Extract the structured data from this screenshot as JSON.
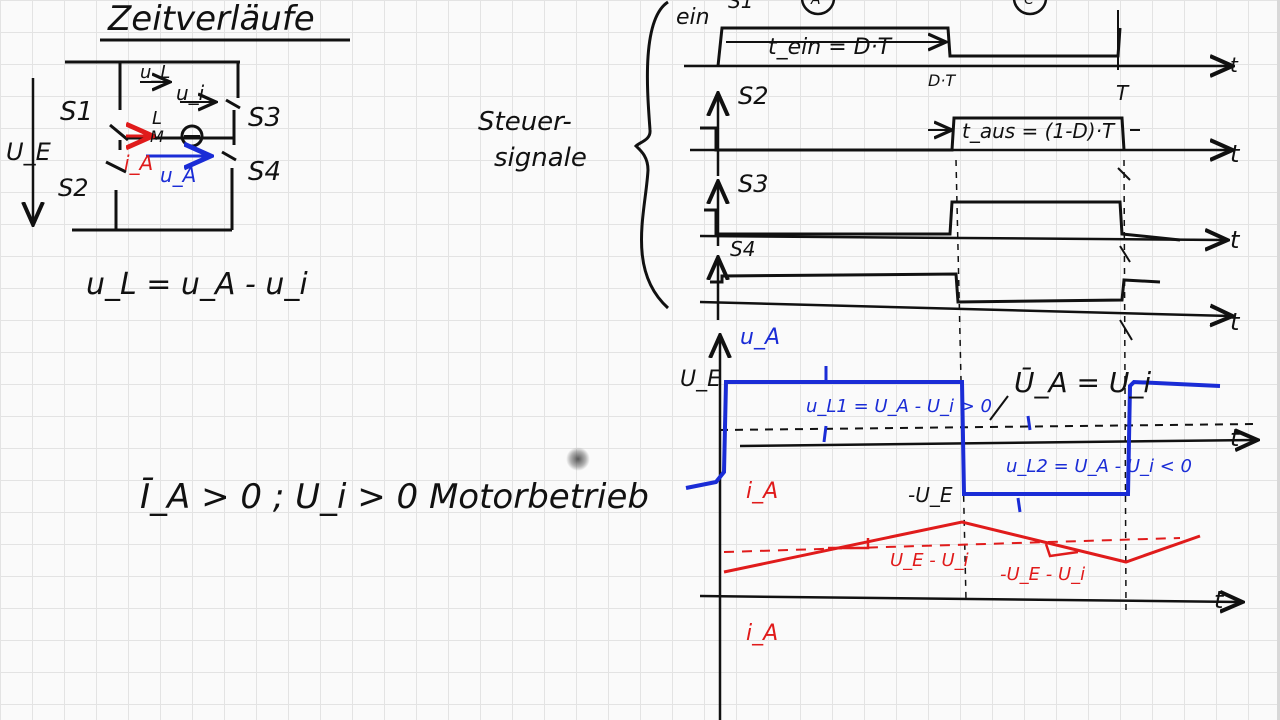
{
  "title": "Zeitverläufe",
  "circuit": {
    "switch_labels": [
      "S1",
      "S2",
      "S3",
      "S4"
    ],
    "supply_label": "U_E",
    "inductor_voltage_label": "u_L",
    "emf_label": "u_i",
    "inductance_label": "L",
    "motor_symbol": "M",
    "current_label": "i_A",
    "armature_voltage_label": "u_A",
    "equation": "u_L = u_A - u_i"
  },
  "control_signals": {
    "group_label_line1": "Steuer-",
    "group_label_line2": "signale",
    "s1_on_label": "ein",
    "t_on_label": "t_ein = D·T",
    "t_off_label": "t_aus = (1-D)·T",
    "dt_tick_label": "D·T",
    "period_tick_label": "T",
    "time_axis_label": "t",
    "signal_labels": [
      "S1",
      "S2",
      "S3",
      "S4"
    ],
    "circled_labels": [
      "A",
      "C"
    ]
  },
  "armature_plot": {
    "y_label": "u_A",
    "upper_level_label": "U_E",
    "lower_level_label": "-U_E",
    "mean_label": "Ū_A = U_i",
    "uL_positive_label": "u_L1 = U_A - U_i > 0",
    "uL_negative_label": "u_L2 = U_A - U_i < 0",
    "current_label": "i_A",
    "slope_up_label": "U_E - U_i",
    "slope_down_label": "-U_E - U_i",
    "lower_current_label": "i_A"
  },
  "operating_condition": "Ī_A > 0 ; U_i > 0  Motorbetrieb",
  "colors": {
    "ink": "#111111",
    "blue": "#1a2cd6",
    "red": "#e01b1b"
  }
}
